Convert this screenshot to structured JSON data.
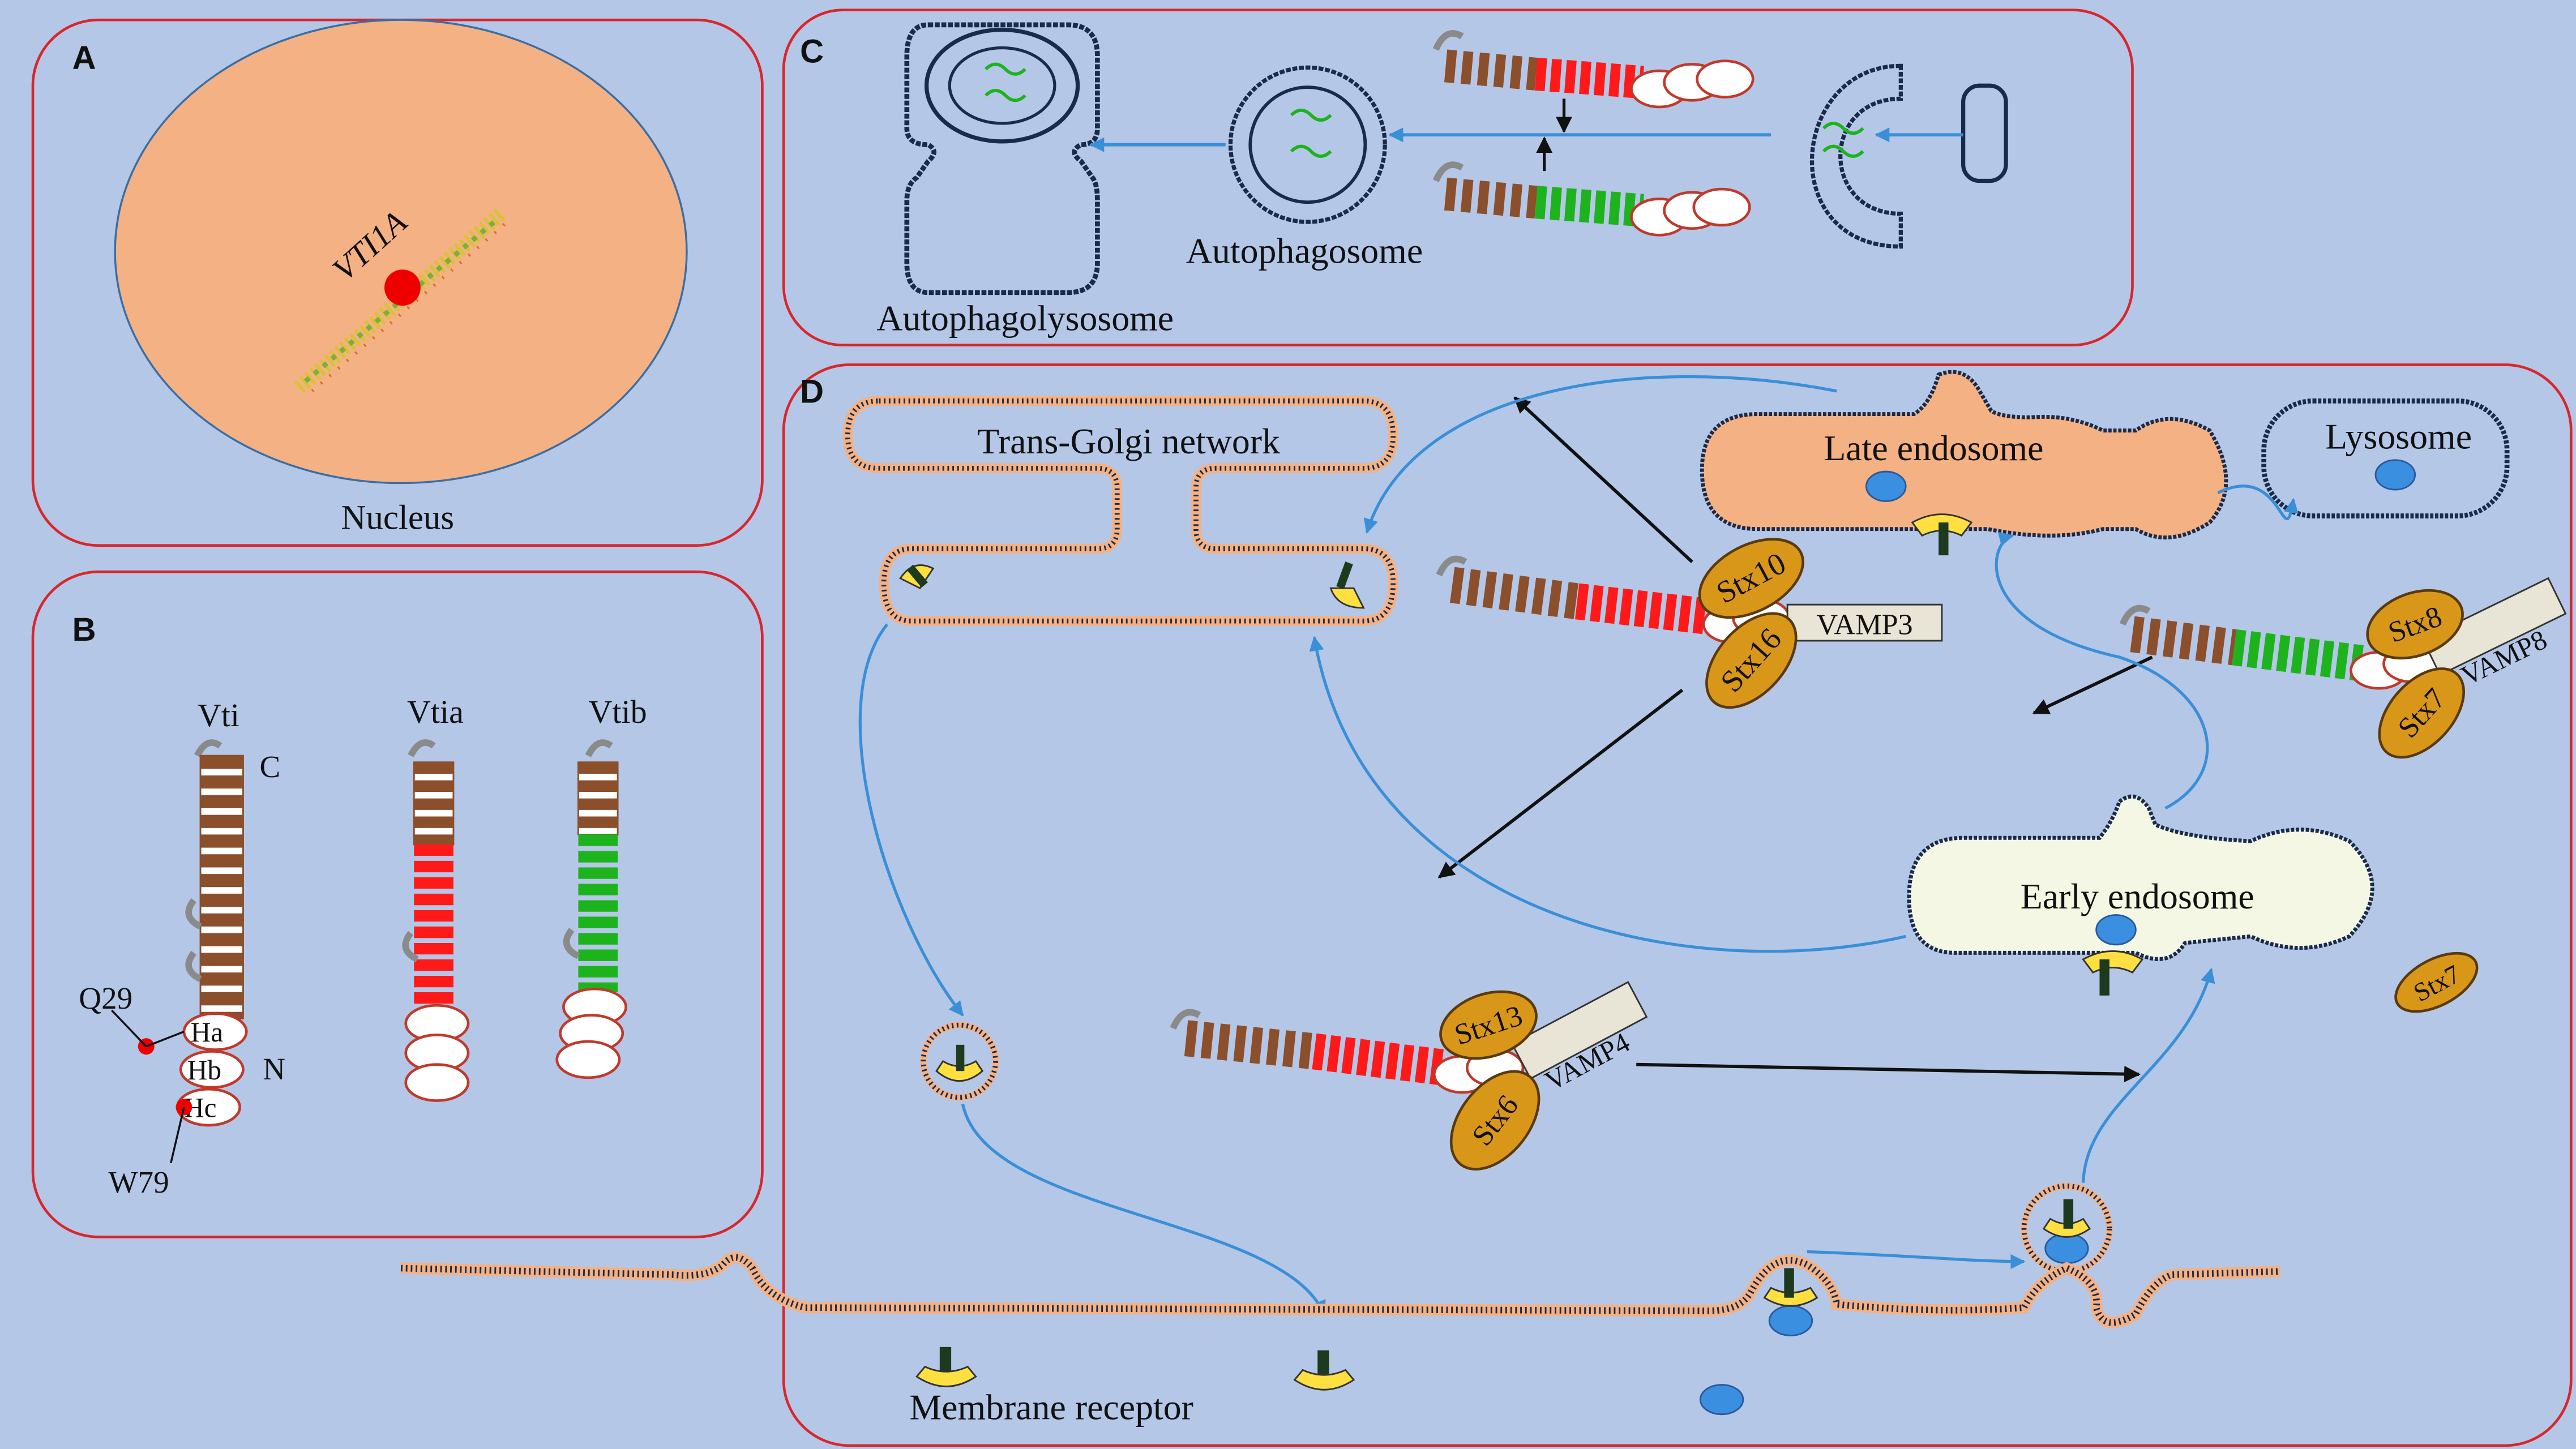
{
  "panels": {
    "a": {
      "letter": "A",
      "gene_label": "VTI1A",
      "caption": "Nucleus"
    },
    "b": {
      "letter": "B",
      "vti_label": "Vti",
      "vtia_label": "Vtia",
      "vtib_label": "Vtib",
      "c_label": "C",
      "n_label": "N",
      "ha_label": "Ha",
      "hb_label": "Hb",
      "hc_label": "Hc",
      "q29_label": "Q29",
      "w79_label": "W79"
    },
    "c": {
      "letter": "C",
      "autophagosome_label": "Autophagosome",
      "autophagolysosome_label": "Autophagolysosome"
    },
    "d": {
      "letter": "D",
      "tgn_label": "Trans-Golgi network",
      "late_endosome_label": "Late endosome",
      "lysosome_label": "Lysosome",
      "early_endosome_label": "Early endosome",
      "membrane_receptor_label": "Membrane receptor",
      "complex1": {
        "a": "Stx10",
        "b": "Stx16",
        "vamp": "VAMP3"
      },
      "complex2": {
        "a": "Stx8",
        "b": "Stx7",
        "vamp": "VAMP8"
      },
      "complex3": {
        "a": "Stx13",
        "b": "Stx6",
        "vamp": "VAMP4"
      },
      "free_stx": "Stx7"
    }
  },
  "colors": {
    "background": "#b4c7e7",
    "panel_border": "#d9262b",
    "nucleus": "#f4b183",
    "arrow_blue": "#3a8fd6",
    "arrow_black": "#111111",
    "helix_brown": "#8b4f2c",
    "helix_red": "#ff1a1a",
    "helix_green": "#1db31d",
    "receptor_yellow": "#ffe040",
    "endosome_orange": "#f4b183",
    "early_endosome_fill": "#f3f7e3",
    "cargo_blue": "#3b8fe0",
    "stx_orange": "#d9971a",
    "vamp_fill": "#e8e4d6"
  }
}
